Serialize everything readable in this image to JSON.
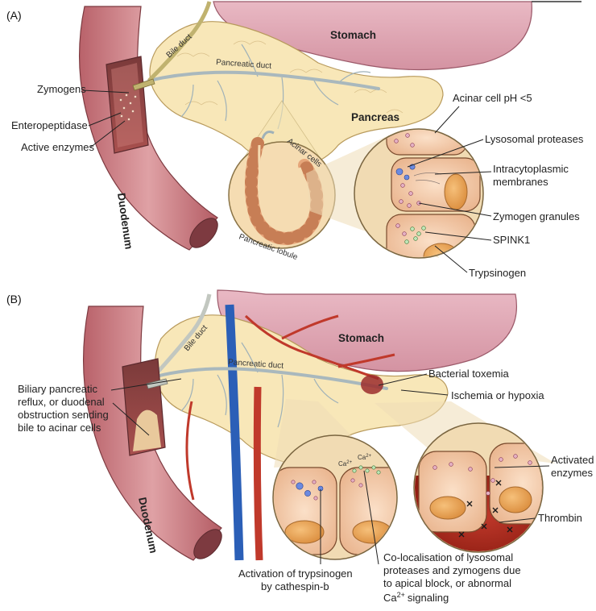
{
  "panels": {
    "a": {
      "label": "(A)"
    },
    "b": {
      "label": "(B)"
    }
  },
  "panel_a": {
    "stomach": "Stomach",
    "bile_duct": "Bile duct",
    "pancreatic_duct": "Pancreatic duct",
    "pancreas": "Pancreas",
    "duodenum": "Duodenum",
    "acinar_cells": "Acinar cells",
    "pancreatic_lobule": "Pancreatic lobule",
    "zymogens": "Zymogens",
    "enteropeptidase": "Enteropeptidase",
    "active_enzymes": "Active enzymes",
    "acinar_ph": "Acinar cell pH <5",
    "lysosomal_proteases": "Lysosomal proteases",
    "intracytoplasmic_1": "Intracytoplasmic",
    "intracytoplasmic_2": "membranes",
    "zymogen_granules": "Zymogen granules",
    "spink1": "SPINK1",
    "trypsinogen": "Trypsinogen"
  },
  "panel_b": {
    "stomach": "Stomach",
    "bile_duct": "Bile duct",
    "pancreatic_duct": "Pancreatic duct",
    "duodenum": "Duodenum",
    "reflux_1": "Biliary pancreatic",
    "reflux_2": "reflux, or duodenal",
    "reflux_3": "obstruction sending",
    "reflux_4": "bile to acinar cells",
    "bacterial_toxemia": "Bacterial toxemia",
    "ischemia": "Ischemia or hypoxia",
    "activated_1": "Activated",
    "activated_2": "enzymes",
    "thrombin": "Thrombin",
    "ca_label_1": "Ca",
    "ca_label_2": "Ca",
    "ca_sup": "2+",
    "activation_1": "Activation of trypsinogen",
    "activation_2": "by cathespin-b",
    "coloc_1": "Co-localisation of lysosomal",
    "coloc_2": "proteases and zymogens due",
    "coloc_3": "to apical block, or abnormal",
    "coloc_4": "Ca",
    "coloc_4b": "signaling"
  }
}
